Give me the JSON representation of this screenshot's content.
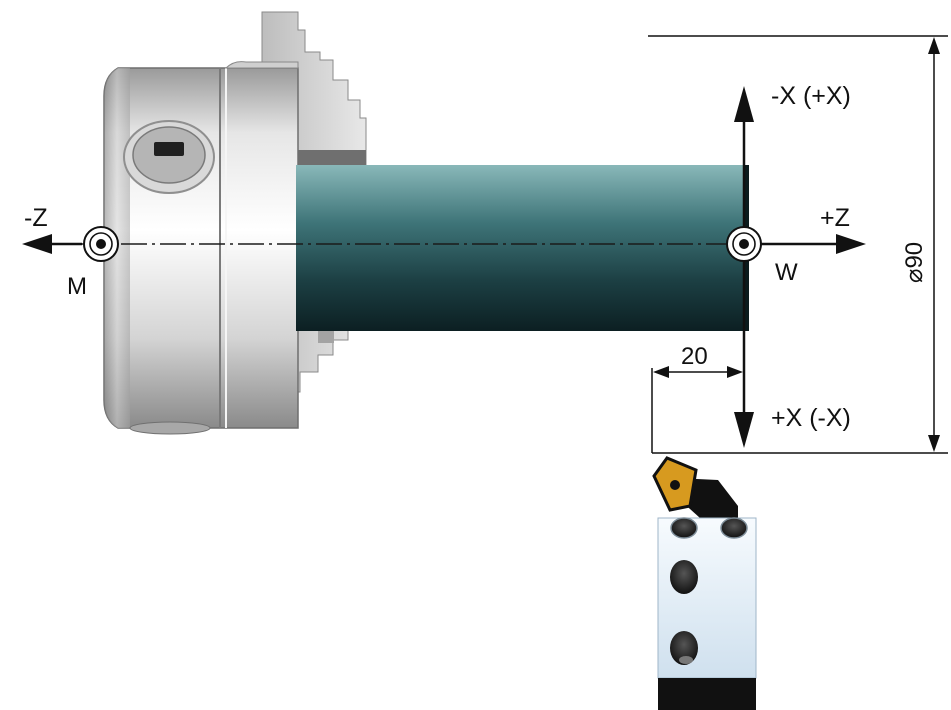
{
  "axis_labels": {
    "minus_z": "-Z",
    "plus_z": "+Z",
    "minus_x": "-X (+X)",
    "plus_x": "+X (-X)"
  },
  "points": {
    "machine_zero": "M",
    "workpiece_zero": "W"
  },
  "dimensions": {
    "offset": "20",
    "diameter": "⌀90"
  },
  "colors": {
    "chuck_light": "#f2f2f2",
    "chuck_dark": "#8c8c8c",
    "shaft_top": "#6fa8aa",
    "shaft_bottom": "#0f2a2d",
    "insert": "#d79a1f",
    "holder": "#e9f3fb"
  }
}
